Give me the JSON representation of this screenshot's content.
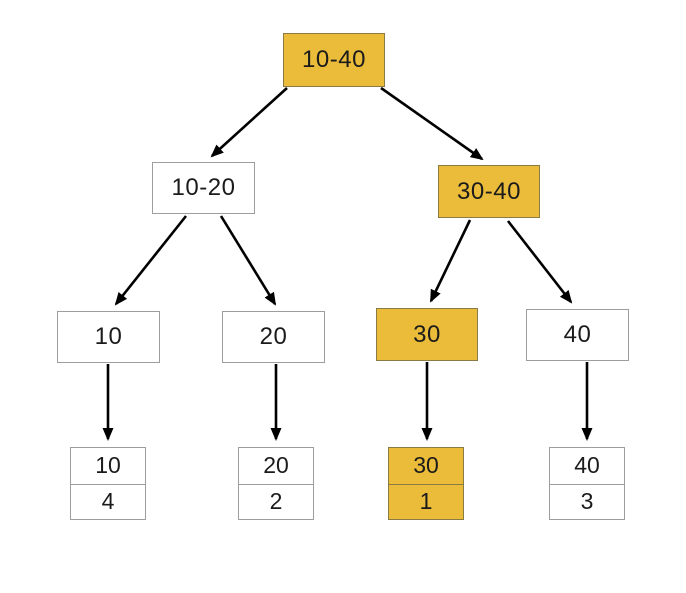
{
  "diagram": {
    "type": "binary-tree",
    "colors": {
      "highlight": "#EBBC3A",
      "node_bg": "#FFFFFF",
      "edge": "#000000",
      "node_border": "#9D9D9D"
    },
    "tree": {
      "root": {
        "label": "10-40",
        "highlighted": true
      },
      "level2": [
        {
          "label": "10-20",
          "highlighted": false
        },
        {
          "label": "30-40",
          "highlighted": true
        }
      ],
      "level3": [
        {
          "label": "10",
          "highlighted": false
        },
        {
          "label": "20",
          "highlighted": false
        },
        {
          "label": "30",
          "highlighted": true
        },
        {
          "label": "40",
          "highlighted": false
        }
      ],
      "leaves": [
        {
          "key": "10",
          "value": "4",
          "highlighted": false
        },
        {
          "key": "20",
          "value": "2",
          "highlighted": false
        },
        {
          "key": "30",
          "value": "1",
          "highlighted": true
        },
        {
          "key": "40",
          "value": "3",
          "highlighted": false
        }
      ]
    }
  }
}
